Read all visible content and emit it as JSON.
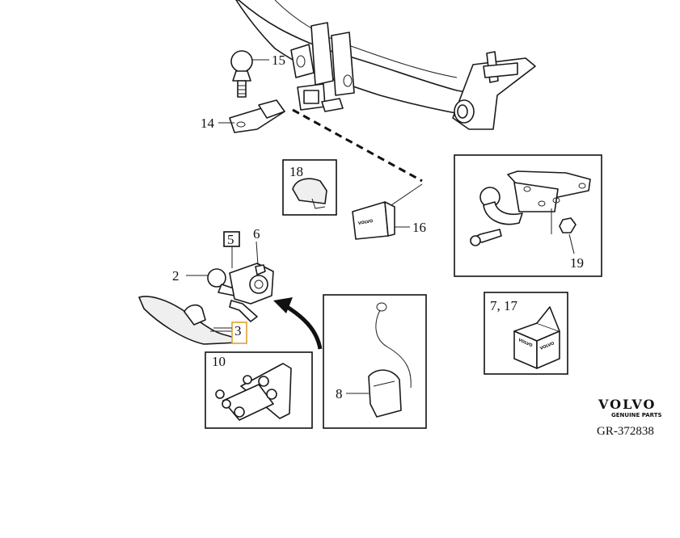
{
  "callouts": {
    "c2": "2",
    "c3": "3",
    "c5": "5",
    "c6": "6",
    "c7_17": "7, 17",
    "c8": "8",
    "c10": "10",
    "c14": "14",
    "c15": "15",
    "c16": "16",
    "c18": "18",
    "c19": "19"
  },
  "emblem_text": "VOLVO",
  "brand": {
    "name": "VOLVO",
    "subtitle": "GENUINE PARTS",
    "reference": "GR-372838"
  },
  "colors": {
    "line": "#1a1a1a",
    "highlight_box": "#e0a030",
    "background": "#ffffff"
  }
}
